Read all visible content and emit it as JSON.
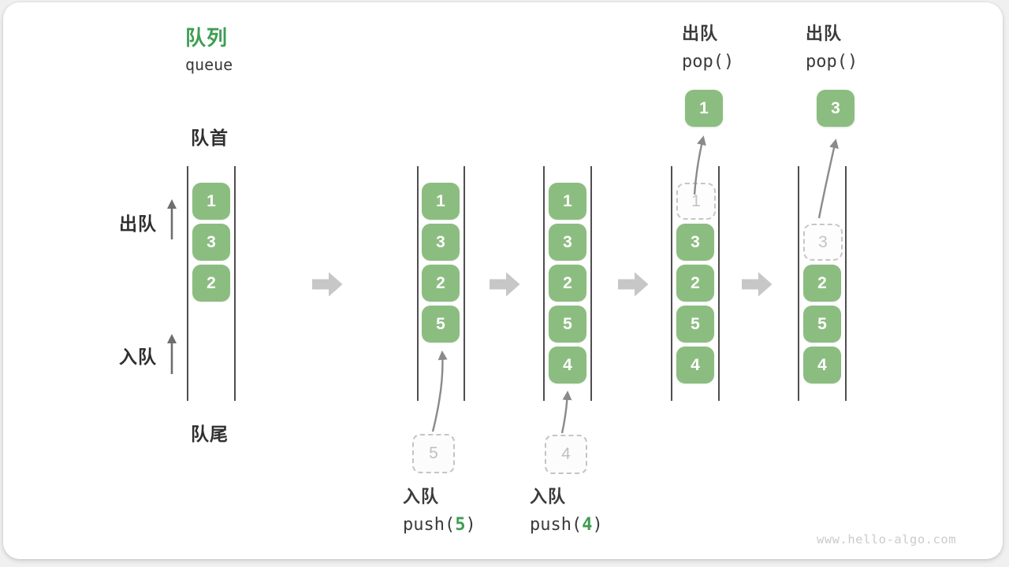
{
  "title": {
    "zh": "队列",
    "en": "queue"
  },
  "side_labels": {
    "front": "队首",
    "rear": "队尾",
    "dequeue": "出队",
    "enqueue": "入队"
  },
  "pop_ops": [
    {
      "label": "出队",
      "code": "pop()"
    },
    {
      "label": "出队",
      "code": "pop()"
    }
  ],
  "push_ops": [
    {
      "label": "入队",
      "code_prefix": "push(",
      "arg": "5",
      "code_suffix": ")"
    },
    {
      "label": "入队",
      "code_prefix": "push(",
      "arg": "4",
      "code_suffix": ")"
    }
  ],
  "states": [
    {
      "cells": [
        "1",
        "3",
        "2"
      ]
    },
    {
      "cells": [
        "1",
        "3",
        "2",
        "5"
      ],
      "incoming": "5"
    },
    {
      "cells": [
        "1",
        "3",
        "2",
        "5",
        "4"
      ],
      "incoming": "4"
    },
    {
      "ghost": "1",
      "cells": [
        "3",
        "2",
        "5",
        "4"
      ],
      "popped": "1"
    },
    {
      "ghost": "3",
      "cells": [
        "2",
        "5",
        "4"
      ],
      "popped": "3"
    }
  ],
  "watermark": "www.hello-algo.com",
  "colors": {
    "accent_green": "#3f9d52",
    "box_green": "#8cbd80",
    "block_arrow_gray": "#c7c7c7",
    "line_gray": "#4e4e4e",
    "ghost_gray": "#c4c4c4",
    "curve_arrow_gray": "#8a8a8a"
  }
}
